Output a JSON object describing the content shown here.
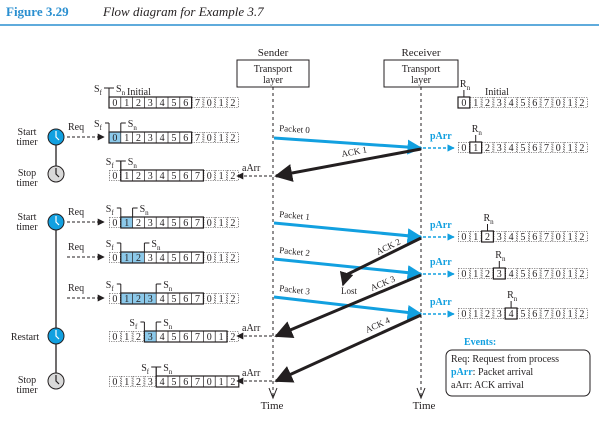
{
  "caption": {
    "number": "Figure 3.29",
    "title": "Flow diagram for Example 3.7"
  },
  "sender": {
    "header": "Sender",
    "box_line1": "Transport",
    "box_line2": "layer",
    "time_label": "Time"
  },
  "receiver": {
    "header": "Receiver",
    "box_line1": "Transport",
    "box_line2": "layer",
    "time_label": "Time"
  },
  "seq_numbers": [
    "0",
    "1",
    "2",
    "3",
    "4",
    "5",
    "6",
    "7",
    "0",
    "1",
    "2"
  ],
  "labels": {
    "sf": "S",
    "sf_sub": "f",
    "sn": "S",
    "sn_sub": "n",
    "rn": "R",
    "rn_sub": "n",
    "initial": "Initial",
    "req": "Req",
    "parr": "pArr",
    "aarr": "aArr",
    "lost": "Lost"
  },
  "timer_events": [
    {
      "line1": "Start",
      "line2": "timer"
    },
    {
      "line1": "Stop",
      "line2": "timer"
    },
    {
      "line1": "Start",
      "line2": "timer"
    },
    {
      "line1": "Restart",
      "line2": ""
    },
    {
      "line1": "Stop",
      "line2": "timer"
    }
  ],
  "packets": [
    "Packet 0",
    "Packet 1",
    "Packet 2",
    "Packet 3"
  ],
  "acks": [
    "ACK 1",
    "ACK 2",
    "ACK 3",
    "ACK 4"
  ],
  "events_legend": {
    "title": "Events:",
    "items": [
      {
        "key": "Req",
        "sep": ": ",
        "text": "Request from process"
      },
      {
        "key": "pArr",
        "sep": ": ",
        "text": "Packet arrival"
      },
      {
        "key": "aArr",
        "sep": ": ",
        "text": "ACK arrival"
      }
    ]
  },
  "colors": {
    "blue": "#12a0e0",
    "dark": "#231f20",
    "highlight": "#8cc9ea",
    "caption": "#2a8fd0"
  }
}
